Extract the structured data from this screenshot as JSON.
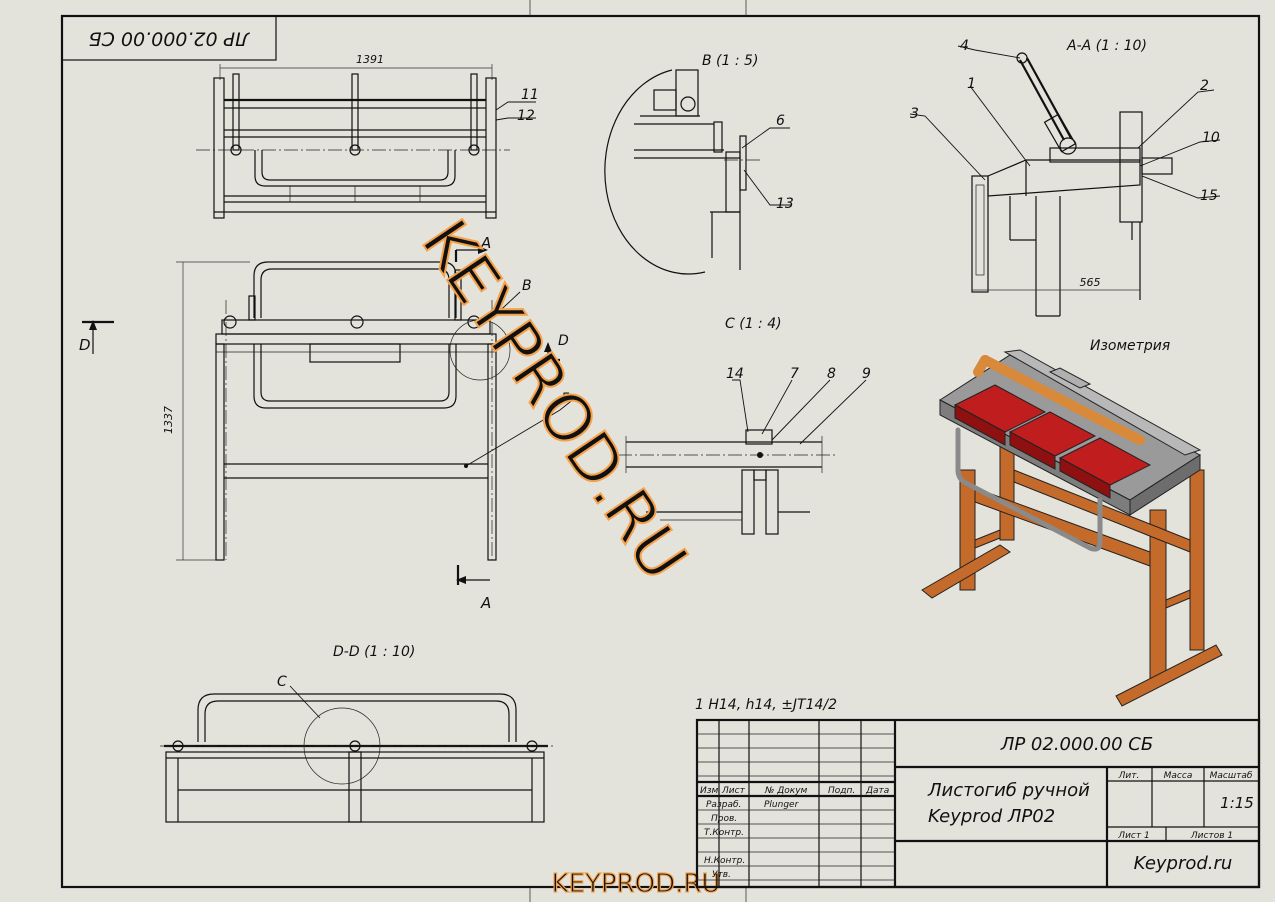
{
  "stamp_code_rotated": "ЛР 02.000.00 СБ",
  "views": {
    "view_b": "B  (1 : 5)",
    "view_aa": "A-A  (1 : 10)",
    "view_c": "C  (1 : 4)",
    "view_dd": "D-D  (1 : 10)",
    "iso": "Изометрия"
  },
  "section_marks": {
    "a": "A",
    "b": "B",
    "c": "C",
    "d": "D"
  },
  "dimensions": {
    "width": "1391",
    "height": "1337",
    "depth": "565"
  },
  "callouts": {
    "p1": "1",
    "p2": "2",
    "p3": "3",
    "p4": "4",
    "p5": "5",
    "p6": "6",
    "p7": "7",
    "p8": "8",
    "p9": "9",
    "p10": "10",
    "p11": "11",
    "p12": "12",
    "p13": "13",
    "p14": "14",
    "p15": "15"
  },
  "tolerance_note": "1 H14, h14, ±JT14/2",
  "watermark": {
    "diagonal": "KEYPROD.RU",
    "bottom": "KEYPROD.RU",
    "color": "#f5a14a"
  },
  "title_block": {
    "code": "ЛР 02.000.00 СБ",
    "name_line1": "Листогиб ручной",
    "name_line2": "Keyprod ЛР02",
    "headers": {
      "izm": "Изм",
      "list": "Лист",
      "doc": "№ Докум",
      "sign": "Подп.",
      "date": "Дата"
    },
    "roles": {
      "razrab": "Разраб.",
      "prov": "Пров.",
      "tkontr": "Т.Контр.",
      "nkontr": "Н.Контр.",
      "utv": "Утв."
    },
    "developer": "Plunger",
    "lit": "Лит.",
    "mass": "Масса",
    "scale_label": "Масштаб",
    "scale": "1:15",
    "sheet": "Лист 1",
    "sheets": "Листов 1",
    "company": "Keyprod.ru"
  },
  "colors": {
    "frame": "#c46a2a",
    "beam": "#c01e1e",
    "metal": "#9a9a9a",
    "handle": "#d8893a"
  }
}
